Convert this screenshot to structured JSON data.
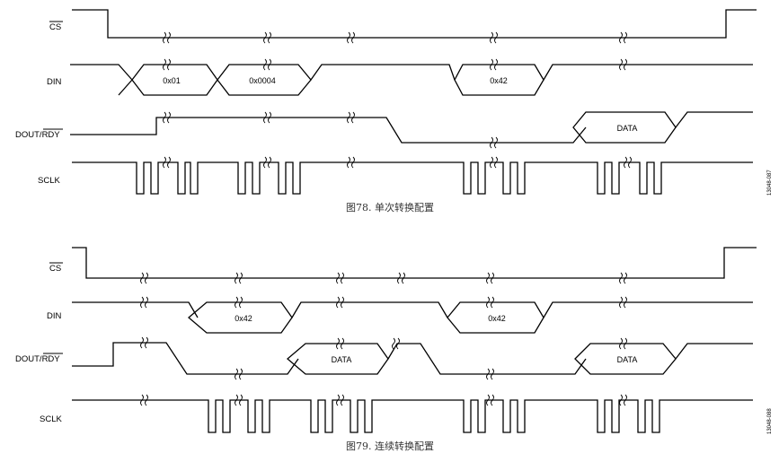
{
  "diagrams": [
    {
      "caption": "图78. 单次转换配置",
      "figure_id": "13048-087",
      "signals": {
        "cs": "CS",
        "din": "DIN",
        "dout_a": "DOUT/",
        "dout_b": "RDY",
        "sclk": "SCLK"
      },
      "din_values": [
        "0x01",
        "0x0004",
        "0x42"
      ],
      "dout_values": [
        "DATA"
      ]
    },
    {
      "caption": "图79. 连续转换配置",
      "figure_id": "13048-088",
      "signals": {
        "cs": "CS",
        "din": "DIN",
        "dout_a": "DOUT/",
        "dout_b": "RDY",
        "sclk": "SCLK"
      },
      "din_values": [
        "0x42",
        "0x42"
      ],
      "dout_values": [
        "DATA",
        "DATA"
      ]
    }
  ]
}
